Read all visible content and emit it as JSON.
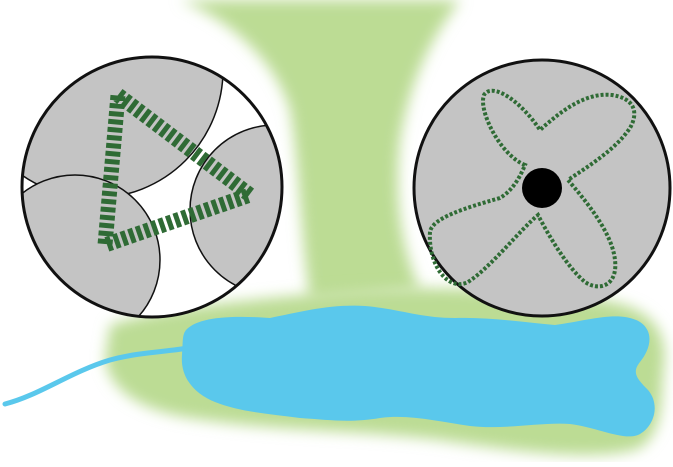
{
  "colors": {
    "background": "#ffffff",
    "land": "#bcdc94",
    "water": "#5ac8ec",
    "stream": "#5ac8ec",
    "pivot_fill": "#c4c4c4",
    "circle_outline": "#111111",
    "dashed_path": "#2f6b35",
    "center_dot": "#000000"
  },
  "panels": {
    "left_circle": {
      "icon": "triangle-dashed-path",
      "description_shown": false
    },
    "right_circle": {
      "icon": "cross-shaped-dashed-loop",
      "has_center_dot": true
    }
  },
  "features": [
    "green-corridor",
    "lake",
    "inflow-stream"
  ]
}
